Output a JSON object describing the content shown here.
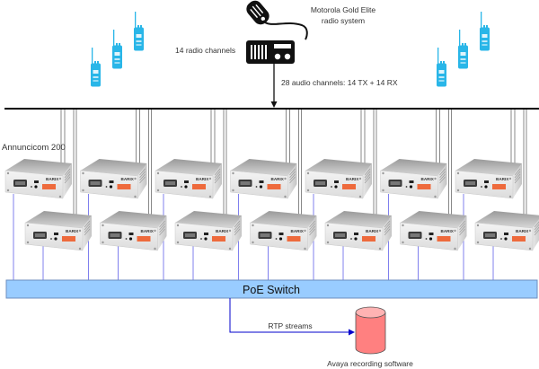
{
  "labels": {
    "radio_system": [
      "Motorola Gold Elite",
      "radio system"
    ],
    "radio_channels": "14 radio channels",
    "audio_channels": "28 audio channels: 14 TX + 14 RX",
    "device_name": "Annuncicom 200",
    "switch": "PoE Switch",
    "rtp": "RTP streams",
    "recorder": "Avaya recording software",
    "device_brand": "BARIX"
  },
  "nodes": {
    "radio_groups": 2,
    "radios_per_group": 3,
    "annuncicom_upper_row": 7,
    "annuncicom_lower_row": 7
  },
  "colors": {
    "radio": "#29b6e8",
    "bus": "#000000",
    "audio_lines": "#888888",
    "network_lines": "#8080ee",
    "switch_fill": "#99ccff",
    "switch_border": "#6c8ebf",
    "recorder_fill": "#ff8080",
    "recorder_top": "#ffb3b3",
    "rtp_arrow": "#0000cc"
  }
}
